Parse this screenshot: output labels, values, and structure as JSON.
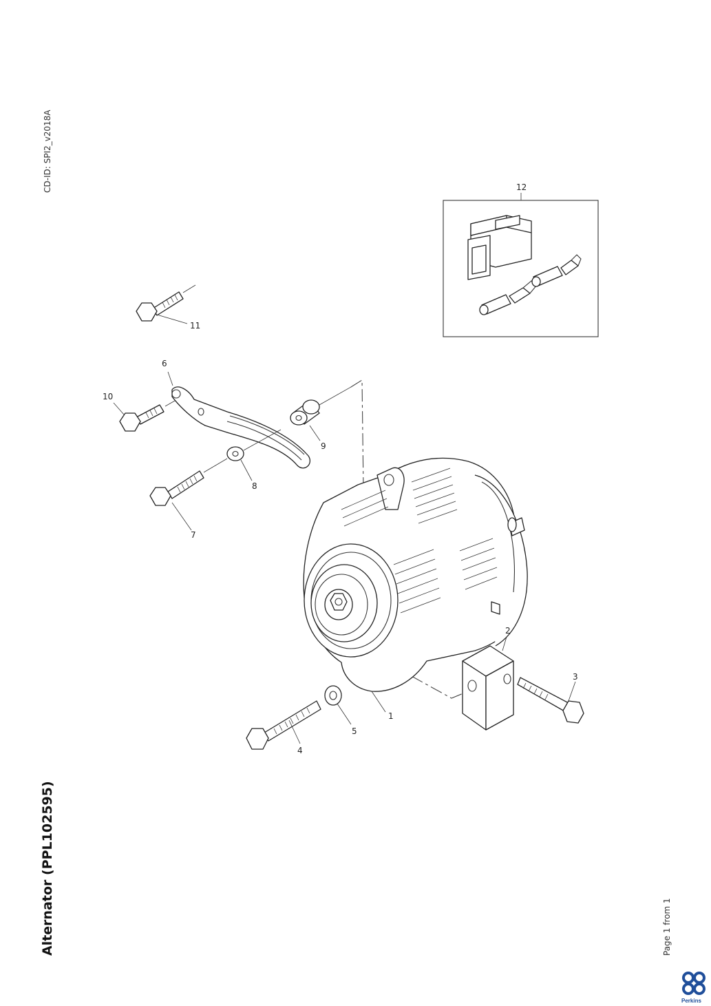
{
  "document": {
    "cd_id": "CD-ID: SPI2_v2018A",
    "title": "Alternator (PPL102595)",
    "page": "Page 1 from 1",
    "logo_text": "Perkins"
  },
  "callouts": [
    "1",
    "2",
    "3",
    "4",
    "5",
    "6",
    "7",
    "8",
    "9",
    "10",
    "11",
    "12"
  ],
  "colors": {
    "line": "#222222",
    "logo": "#1f4e9a"
  }
}
